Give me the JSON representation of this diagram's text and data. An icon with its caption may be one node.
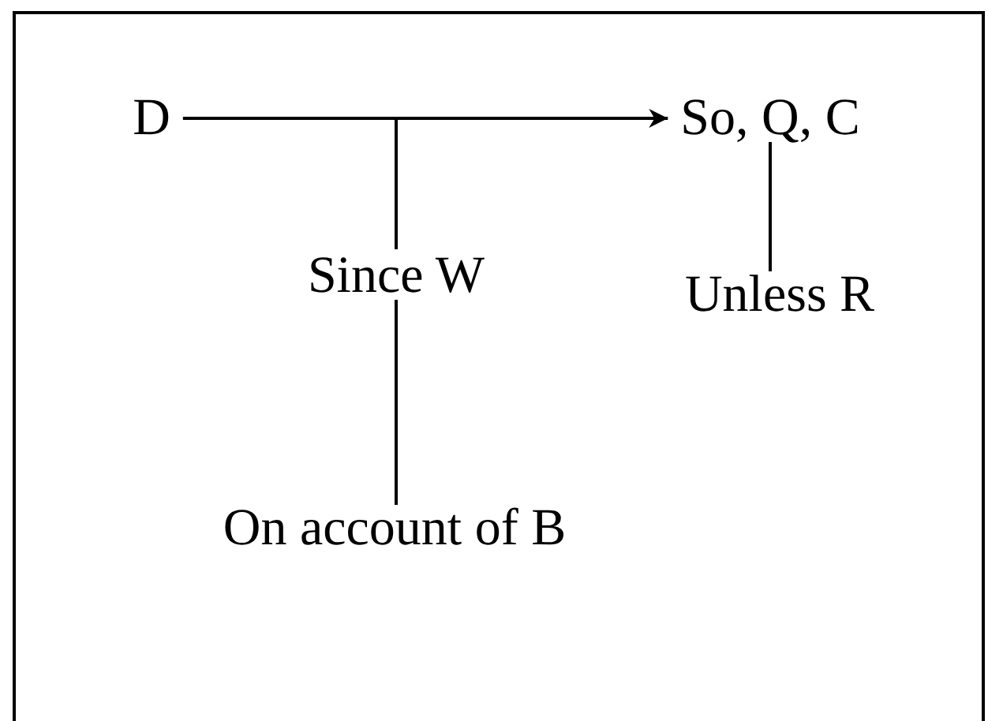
{
  "diagram": {
    "nodes": [
      {
        "text": [
          "D"
        ]
      },
      {
        "text": [
          "So, Q, C"
        ]
      },
      {
        "text": [
          "Since W"
        ]
      },
      {
        "text": [
          "Unless R"
        ]
      },
      {
        "text": [
          "On account of B"
        ]
      }
    ],
    "edges": [
      {
        "from": 0,
        "to": 1,
        "arrow": "to"
      },
      {
        "from": 2,
        "to": null,
        "arrow": "none"
      },
      {
        "from": 1,
        "to": 3,
        "arrow": "none"
      },
      {
        "from": 2,
        "to": 4,
        "arrow": "none"
      }
    ]
  }
}
